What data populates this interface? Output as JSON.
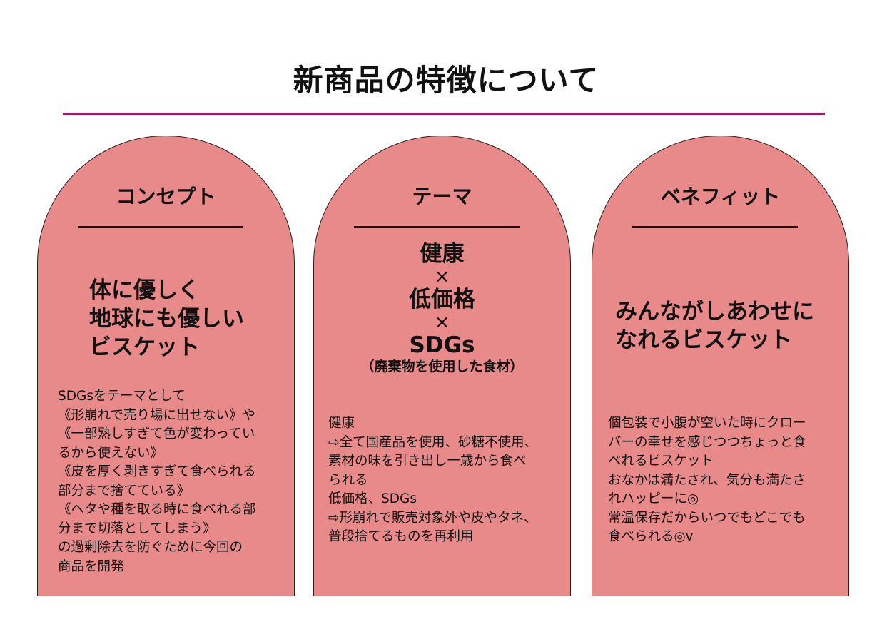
{
  "title": "新商品の特徴について",
  "colors": {
    "card_fill": "#e98a8a",
    "title_rule": "#a3195f"
  },
  "cards": [
    {
      "heading": "コンセプト",
      "main_lines": [
        "体に優しく",
        "地球にも優しい",
        "ビスケット"
      ],
      "body_lines": [
        "SDGsをテーマとして",
        "《形崩れで売り場に出せない》や",
        "《一部熟しすぎて色が変わってい",
        "るから使えない》",
        "《皮を厚く剥きすぎて食べられる",
        "部分まで捨てている》",
        "《ヘタや種を取る時に食べれる部",
        "分まで切落としてしまう》",
        "の過剰除去を防ぐために今回の",
        "商品を開発"
      ]
    },
    {
      "heading": "テーマ",
      "main_lines": [
        "健康",
        "×",
        "低価格",
        "×",
        "SDGs"
      ],
      "main_sub": "（廃棄物を使用した食材）",
      "body_lines": [
        "健康",
        "⇨全て国産品を使用、砂糖不使用、",
        "素材の味を引き出し一歳から食べ",
        "られる",
        "低価格、SDGs",
        "⇨形崩れで販売対象外や皮やタネ、",
        "普段捨てるものを再利用"
      ]
    },
    {
      "heading": "ベネフィット",
      "main_lines": [
        "みんながしあわせに",
        "なれるビスケット"
      ],
      "body_lines": [
        "個包装で小腹が空いた時にクロー",
        "バーの幸せを感じつつちょっと食",
        "べれるビスケット",
        "おなかは満たされ、気分も満たさ",
        "れハッピーに◎",
        "常温保存だからいつでもどこでも",
        "食べられる◎v"
      ]
    }
  ]
}
